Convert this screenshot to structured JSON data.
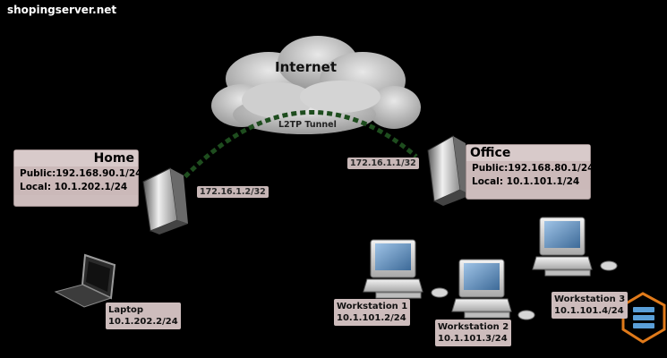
{
  "watermark": "shopingserver.net",
  "internet_label": "Internet",
  "tunnel_label": "L2TP Tunnel",
  "home": {
    "title": "Home",
    "public": "Public:192.168.90.1/24",
    "local": "Local: 10.1.202.1/24",
    "tunnel_ip": "172.16.1.2/32"
  },
  "office": {
    "title": "Office",
    "public": "Public:192.168.80.1/24",
    "local": "Local: 10.1.101.1/24",
    "tunnel_ip": "172.16.1.1/32"
  },
  "laptop": {
    "name": "Laptop",
    "ip": "10.1.202.2/24"
  },
  "workstations": [
    {
      "name": "Workstation 1",
      "ip": "10.1.101.2/24"
    },
    {
      "name": "Workstation 2",
      "ip": "10.1.101.3/24"
    },
    {
      "name": "Workstation 3",
      "ip": "10.1.101.4/24"
    }
  ],
  "colors": {
    "tunnel": "#1e4d1e",
    "cloud": "#b5b5b5",
    "label_bg": "#cdbcbc"
  }
}
